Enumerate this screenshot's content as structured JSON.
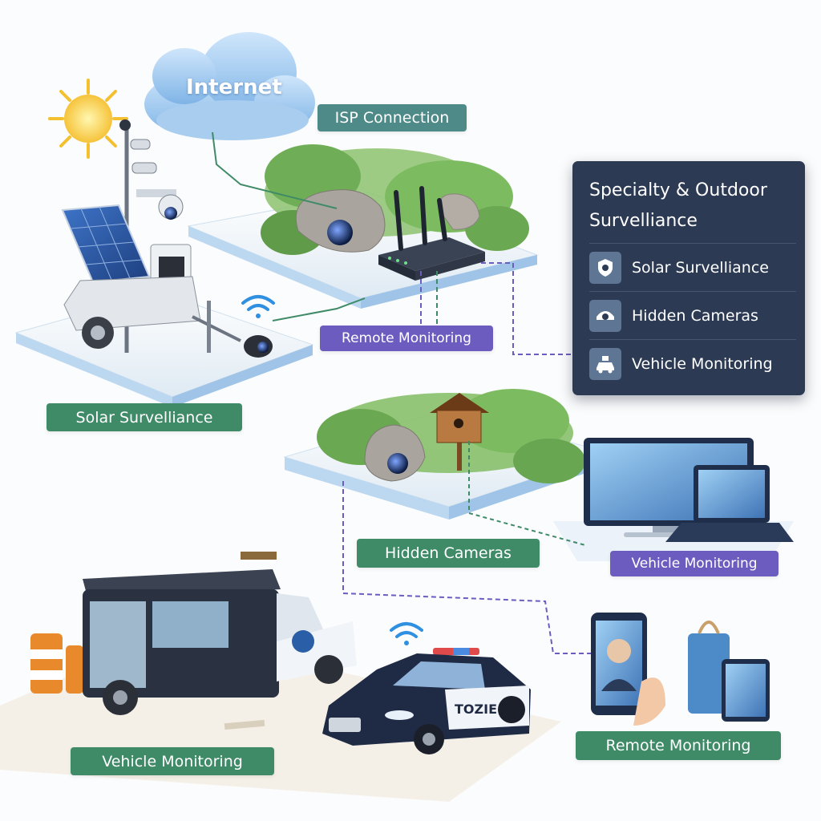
{
  "cloud": {
    "label": "Internet"
  },
  "labels": {
    "isp": "ISP Connection",
    "remote_monitoring_top": "Remote Monitoring",
    "solar": "Solar Survelliance",
    "hidden": "Hidden Cameras",
    "vehicle_right": "Vehicle Monitoring",
    "vehicle_bottom": "Vehicle Monitoring",
    "remote_monitoring_bottom": "Remote Monitoring"
  },
  "panel": {
    "title": "Specialty & Outdoor Survelliance",
    "items": [
      {
        "label": "Solar Survelliance",
        "icon": "shield-camera-icon"
      },
      {
        "label": "Hidden Cameras",
        "icon": "dome-camera-icon"
      },
      {
        "label": "Vehicle Monitoring",
        "icon": "vehicle-camera-icon"
      }
    ]
  },
  "police_car": {
    "door_text": "TOZIE"
  },
  "colors": {
    "green_tag": "#3f8a67",
    "purple_tag": "#6d5cc0",
    "slate_tag": "#4e8a87",
    "panel_bg": "#2c3a54",
    "panel_icon": "#5e7694",
    "connector_green": "#3f8a67",
    "connector_purple": "#6d5cc0"
  }
}
